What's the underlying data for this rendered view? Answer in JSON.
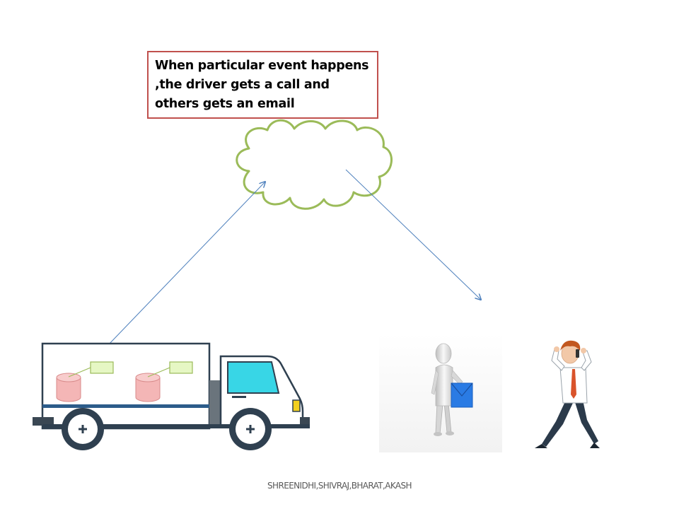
{
  "callout": {
    "lines": [
      "When particular event happens",
      ",the driver gets a call and",
      "others  gets an email"
    ]
  },
  "footer": {
    "authors": "SHREENIDHI,SHIVRAJ,BHARAT,AKASH"
  },
  "icons": [
    "cloud-icon",
    "truck-icon",
    "database-icon",
    "email-envelope-icon",
    "person-with-envelope-icon",
    "man-on-phone-icon"
  ],
  "colors": {
    "callout_border": "#c0504d",
    "cloud_outline": "#9bbb59",
    "arrow": "#4f81bd",
    "truck_window": "#38d6e6",
    "database_fill": "#f4b6b6",
    "envelope": "#2a7be4"
  }
}
